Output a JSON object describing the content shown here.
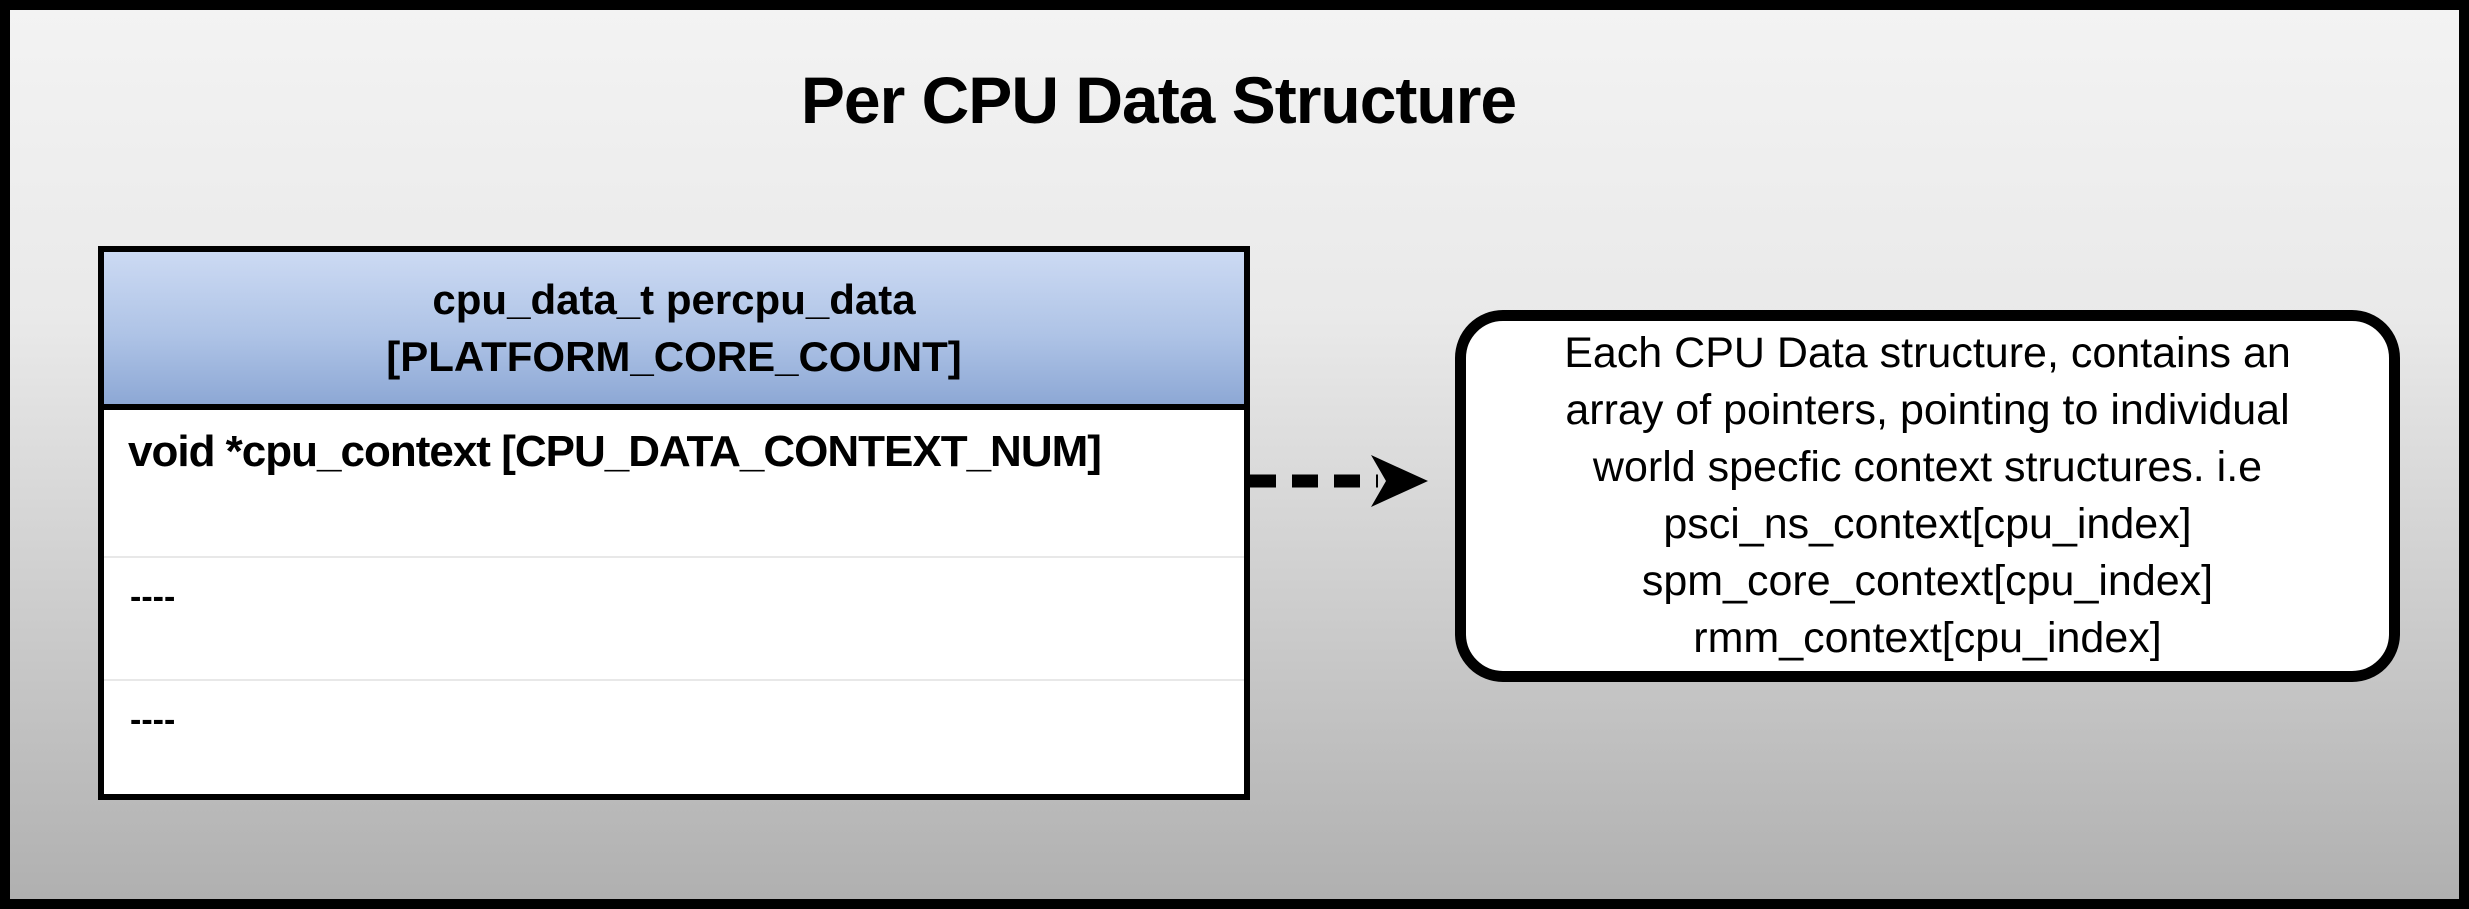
{
  "title": "Per CPU Data Structure",
  "table": {
    "header_line1": "cpu_data_t percpu_data",
    "header_line2": "[PLATFORM_CORE_COUNT]",
    "rows": [
      "void *cpu_context [CPU_DATA_CONTEXT_NUM]",
      "----",
      "----"
    ]
  },
  "callout": {
    "lines": [
      "Each CPU Data structure, contains an",
      "array of pointers, pointing to individual",
      "world specfic context structures. i.e",
      "psci_ns_context[cpu_index]",
      "spm_core_context[cpu_index]",
      "rmm_context[cpu_index]"
    ]
  },
  "icons": {
    "arrow": "dashed-right-arrow"
  },
  "colors": {
    "page_bg_top": "#f3f3f3",
    "page_bg_bottom": "#b0b0b0",
    "frame_border": "#000000",
    "header_gradient_top": "#ccdaf3",
    "header_gradient_bottom": "#8da8d5",
    "table_bg": "#ffffff",
    "row_divider": "#e8e8e8",
    "text": "#000000"
  }
}
